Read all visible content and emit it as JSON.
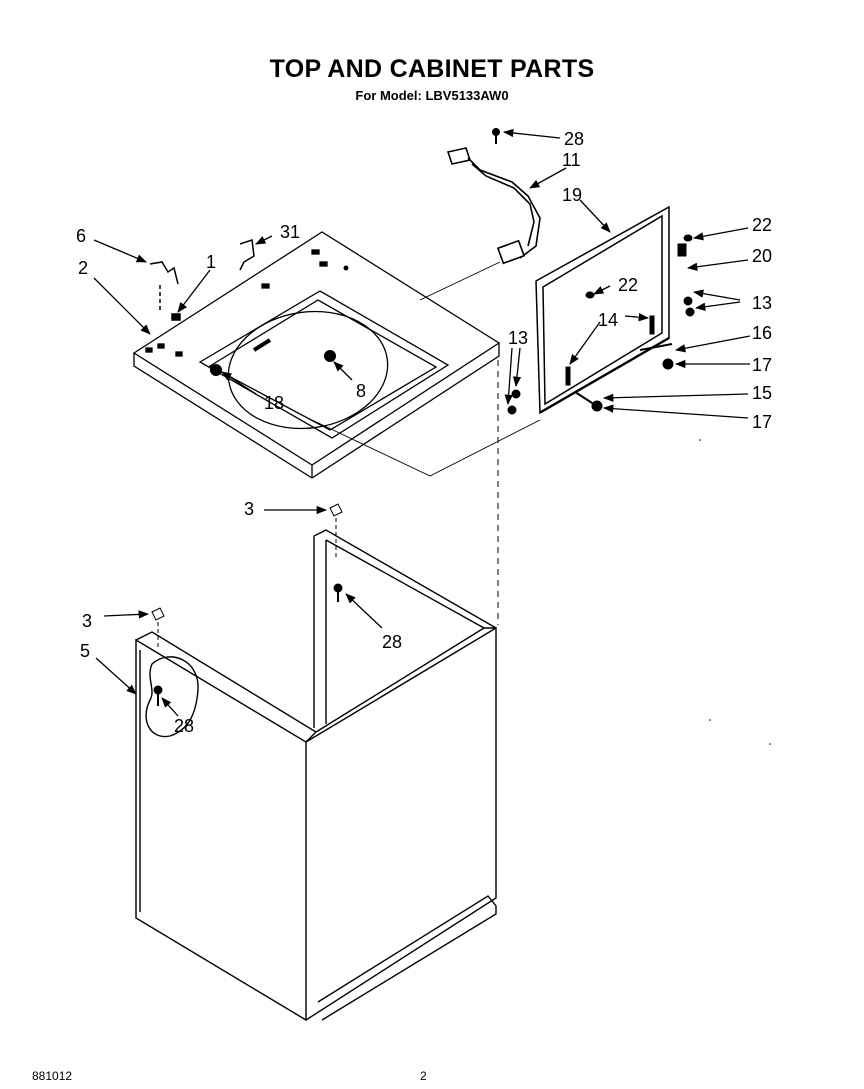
{
  "header": {
    "title": "TOP AND CABINET PARTS",
    "subtitle": "For Model: LBV5133AW0"
  },
  "footer": {
    "doc_number": "881012",
    "page_number": "2"
  },
  "callouts": {
    "c28a": "28",
    "c11": "11",
    "c19": "19",
    "c22a": "22",
    "c20": "20",
    "c6": "6",
    "c31": "31",
    "c2": "2",
    "c1": "1",
    "c22b": "22",
    "c13a": "13",
    "c14": "14",
    "c16": "16",
    "c13b": "13",
    "c8": "8",
    "c18": "18",
    "c17a": "17",
    "c15": "15",
    "c17b": "17",
    "c3a": "3",
    "c28b": "28",
    "c3b": "3",
    "c5": "5",
    "c28c": "28"
  }
}
